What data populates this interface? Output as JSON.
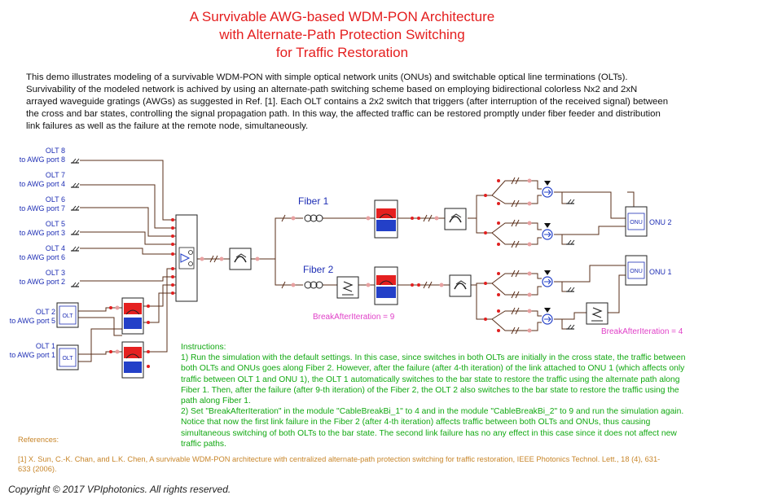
{
  "title": {
    "line1": "A Survivable AWG-based WDM-PON Architecture",
    "line2": "with Alternate-Path Protection Switching",
    "line3": "for Traffic Restoration"
  },
  "intro": "This demo illustrates modeling of a survivable WDM-PON with simple optical network units (ONUs) and switchable optical line terminations (OLTs). Survivability of the modeled network is achived by using an alternate-path switching scheme based on employing bidirectional colorless Nx2 and 2xN arrayed waveguide gratings (AWGs) as suggested in Ref. [1]. Each OLT contains a 2x2 switch that  triggers (after interruption of the received signal) between the cross and bar states, controlling the signal propagation path. In this way, the affected traffic can be restored promptly under fiber feeder and distribution link failures as well as the failure at the remote node, simultaneously.",
  "ports": [
    {
      "l1": "OLT 8",
      "l2": "to AWG port 8"
    },
    {
      "l1": "OLT 7",
      "l2": "to AWG port 4"
    },
    {
      "l1": "OLT 6",
      "l2": "to AWG port 7"
    },
    {
      "l1": "OLT 5",
      "l2": "to AWG port 3"
    },
    {
      "l1": "OLT 4",
      "l2": "to AWG port 6"
    },
    {
      "l1": "OLT 3",
      "l2": "to AWG port 2"
    }
  ],
  "olts": [
    {
      "l1": "OLT 2",
      "l2": "to AWG port 5",
      "box": "OLT"
    },
    {
      "l1": "OLT 1",
      "l2": "to AWG port 1",
      "box": "OLT"
    }
  ],
  "fiber1": "Fiber 1",
  "fiber2": "Fiber 2",
  "onu2": {
    "label": "ONU 2",
    "box": "ONU"
  },
  "onu1": {
    "label": "ONU 1",
    "box": "ONU"
  },
  "break_fiber2": "BreakAfterIteration = 9",
  "break_onu1": "BreakAfterIteration = 4",
  "instructions": {
    "heading": "Instructions:",
    "step1": "1) Run the simulation with the default settings. In this case, since switches in both OLTs are initially in the cross state, the traffic between both OLTs and ONUs goes along Fiber 2. However, after the failure (after 4-th iteration) of the link attached to ONU 1 (which affects only traffic between OLT 1 and ONU 1), the OLT 1 automatically switches to the bar state to restore the traffic using the alternate path along Fiber 1. Then, after the failure (after 9-th iteration) of the Fiber 2, the OLT 2 also switches to the bar state to restore the traffic using the path along Fiber 1.",
    "step2": "2) Set \"BreakAfterIteration\" in the module \"CableBreakBi_1\" to 4 and  in the module \"CableBreakBi_2\" to 9 and run the simulation again. Notice that now the first link failure in the Fiber 2 (after 4-th iteration) affects traffic between both OLTs and ONUs, thus causing simultaneous switching of both OLTs to the bar state. The second link failure has no any effect in this case since it does not affect new traffic paths."
  },
  "references": {
    "heading": "References:",
    "ref1": "[1] X. Sun, C.-K. Chan, and L.K. Chen, A survivable WDM-PON architecture with centralized alternate-path protection switching for traffic restoration, IEEE Photonics Technol. Lett., 18 (4), 631-633 (2006)."
  },
  "copyright": "Copyright © 2017 VPIphotonics. All rights reserved.",
  "colors": {
    "title": "#e41e1e",
    "label": "#1f2fb5",
    "wire": "#5a2f1a",
    "instructions": "#11a811",
    "references": "#c8862a",
    "break": "#e040c8",
    "awg_top": "#e52020",
    "awg_bottom": "#2340c8"
  }
}
